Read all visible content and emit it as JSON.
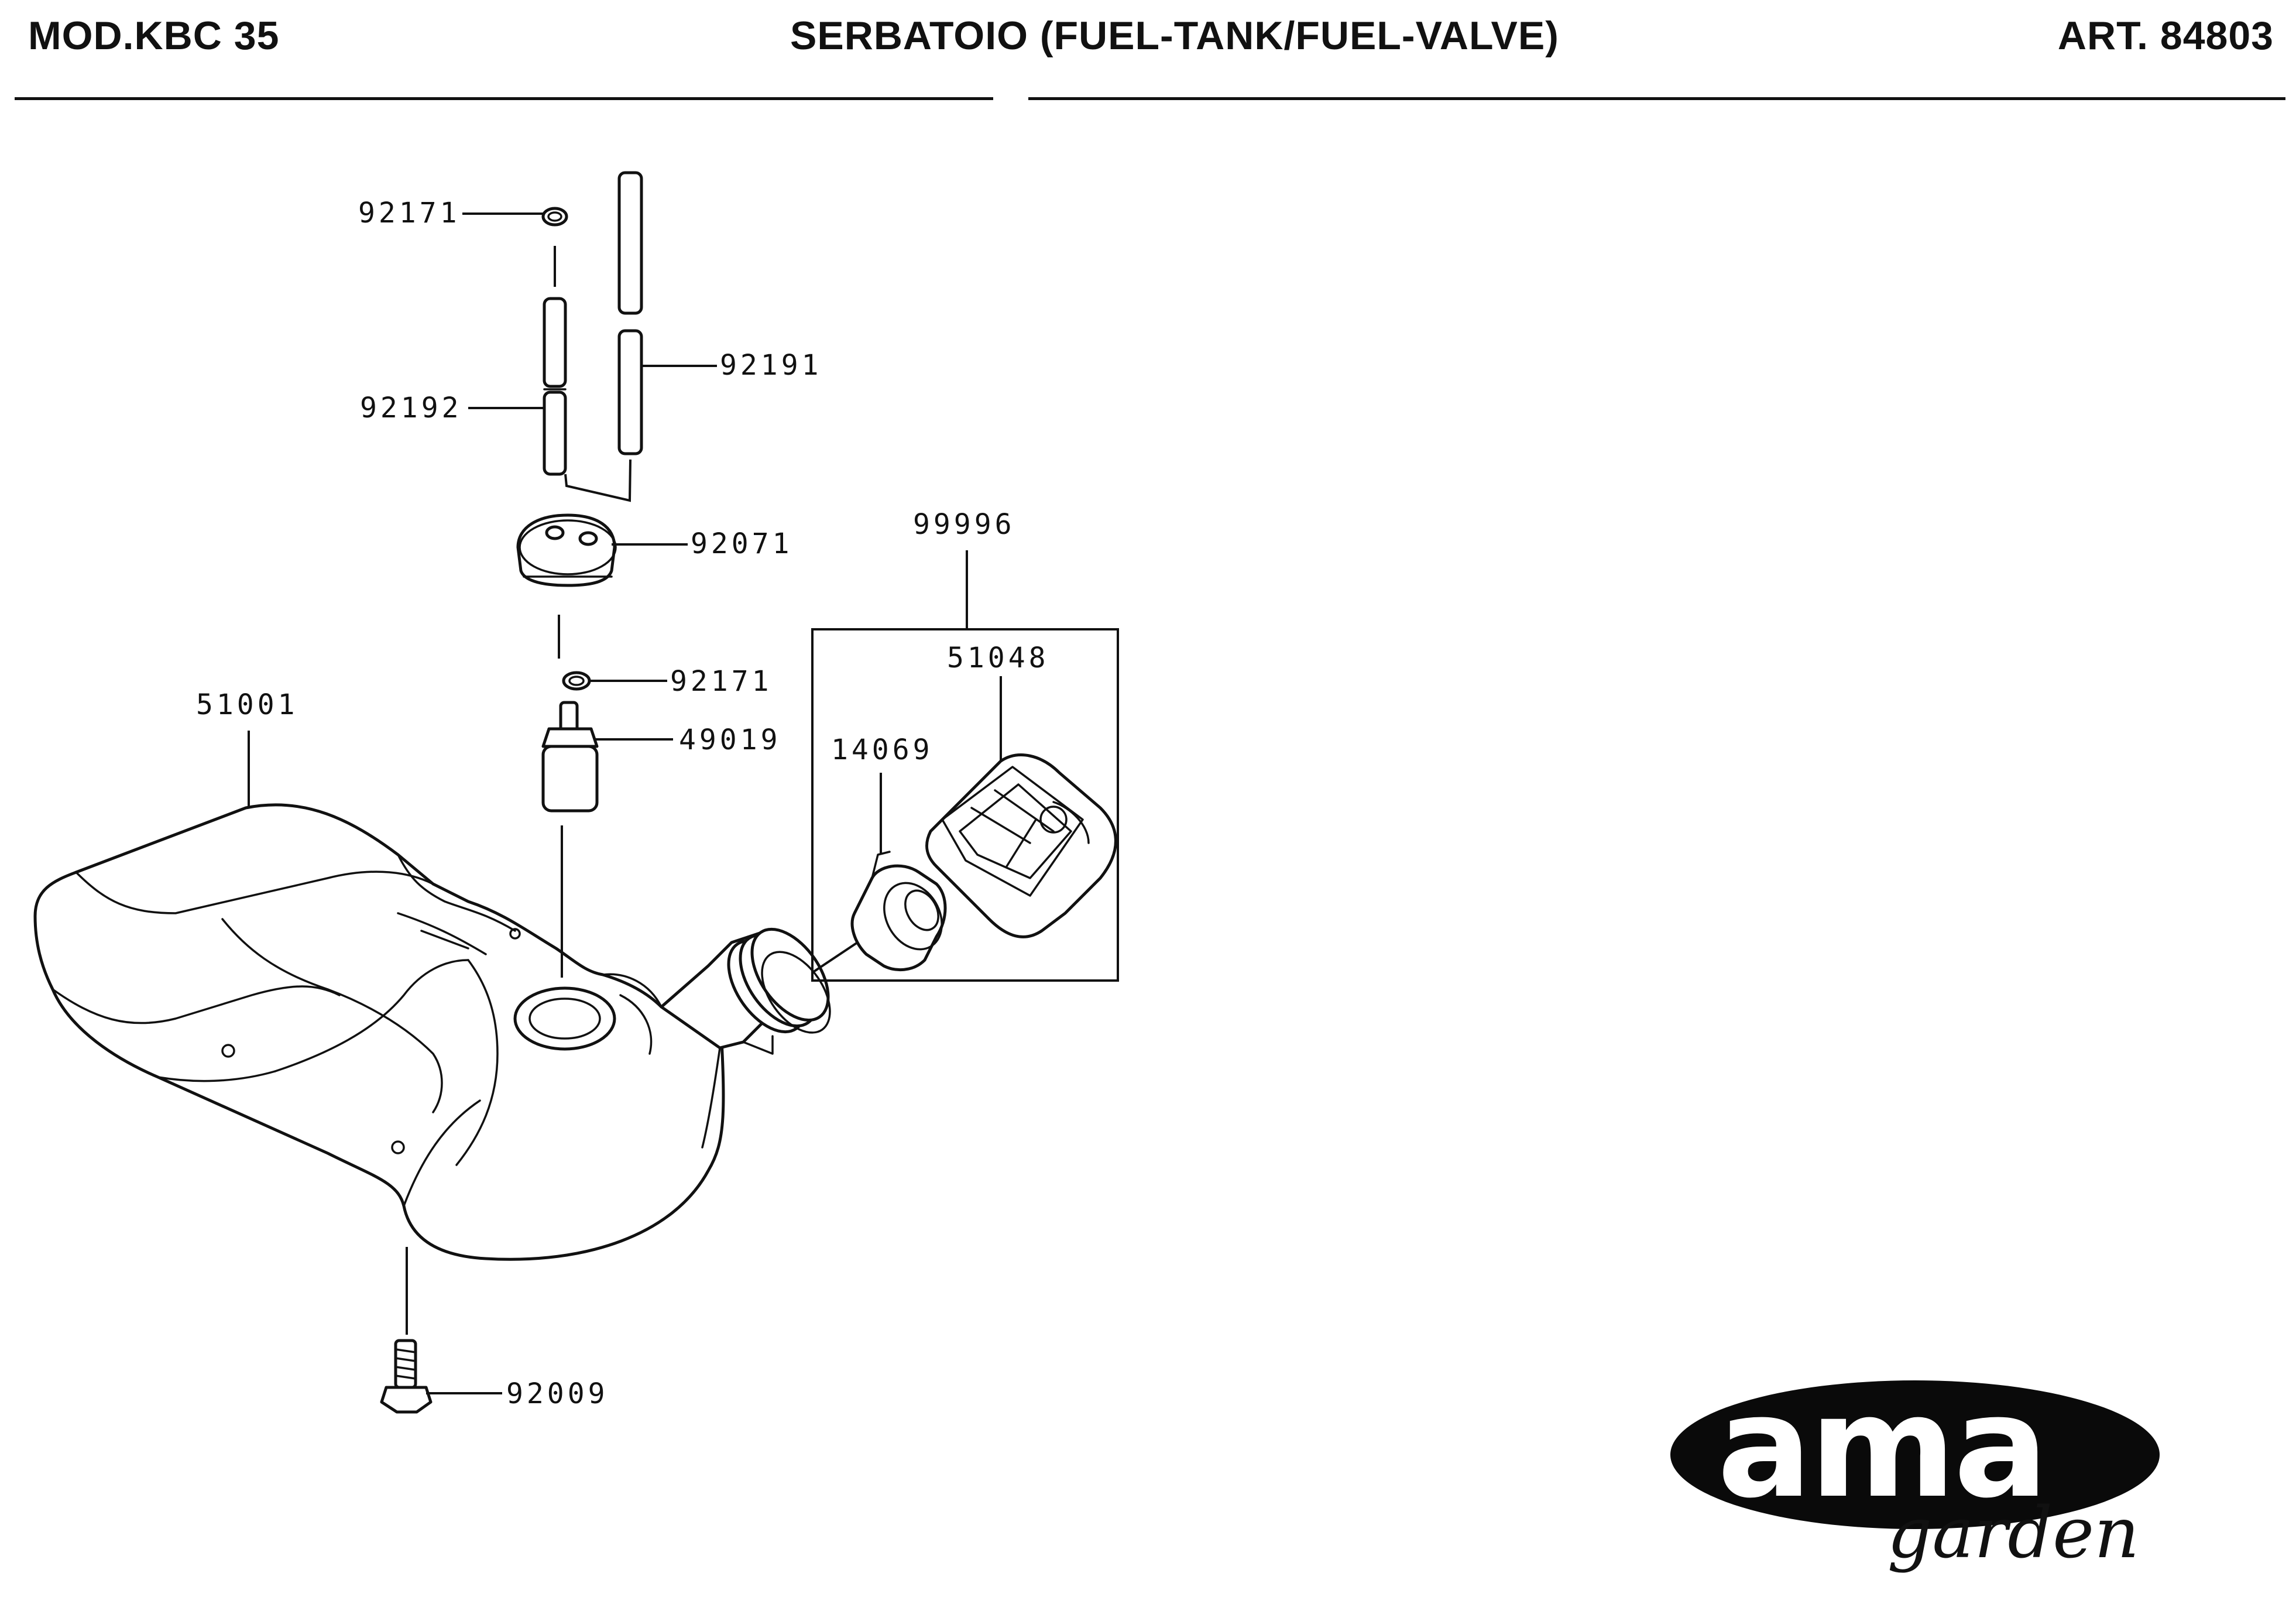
{
  "header": {
    "model": "MOD.KBC 35",
    "title": "SERBATOIO (FUEL-TANK/FUEL-VALVE)",
    "article": "ART. 84803"
  },
  "parts": [
    {
      "id": "part-92171-top",
      "number": "92171"
    },
    {
      "id": "part-92191",
      "number": "92191"
    },
    {
      "id": "part-92192",
      "number": "92192"
    },
    {
      "id": "part-92071",
      "number": "92071"
    },
    {
      "id": "part-99996",
      "number": "99996"
    },
    {
      "id": "part-92171-bottom",
      "number": "92171"
    },
    {
      "id": "part-51048",
      "number": "51048"
    },
    {
      "id": "part-51001",
      "number": "51001"
    },
    {
      "id": "part-49019",
      "number": "49019"
    },
    {
      "id": "part-14069",
      "number": "14069"
    },
    {
      "id": "part-92009",
      "number": "92009"
    }
  ],
  "logo": {
    "brand": "ama",
    "tagline": "garden",
    "colors": {
      "ellipse": "#0a0a0a",
      "text": "#ffffff"
    }
  }
}
